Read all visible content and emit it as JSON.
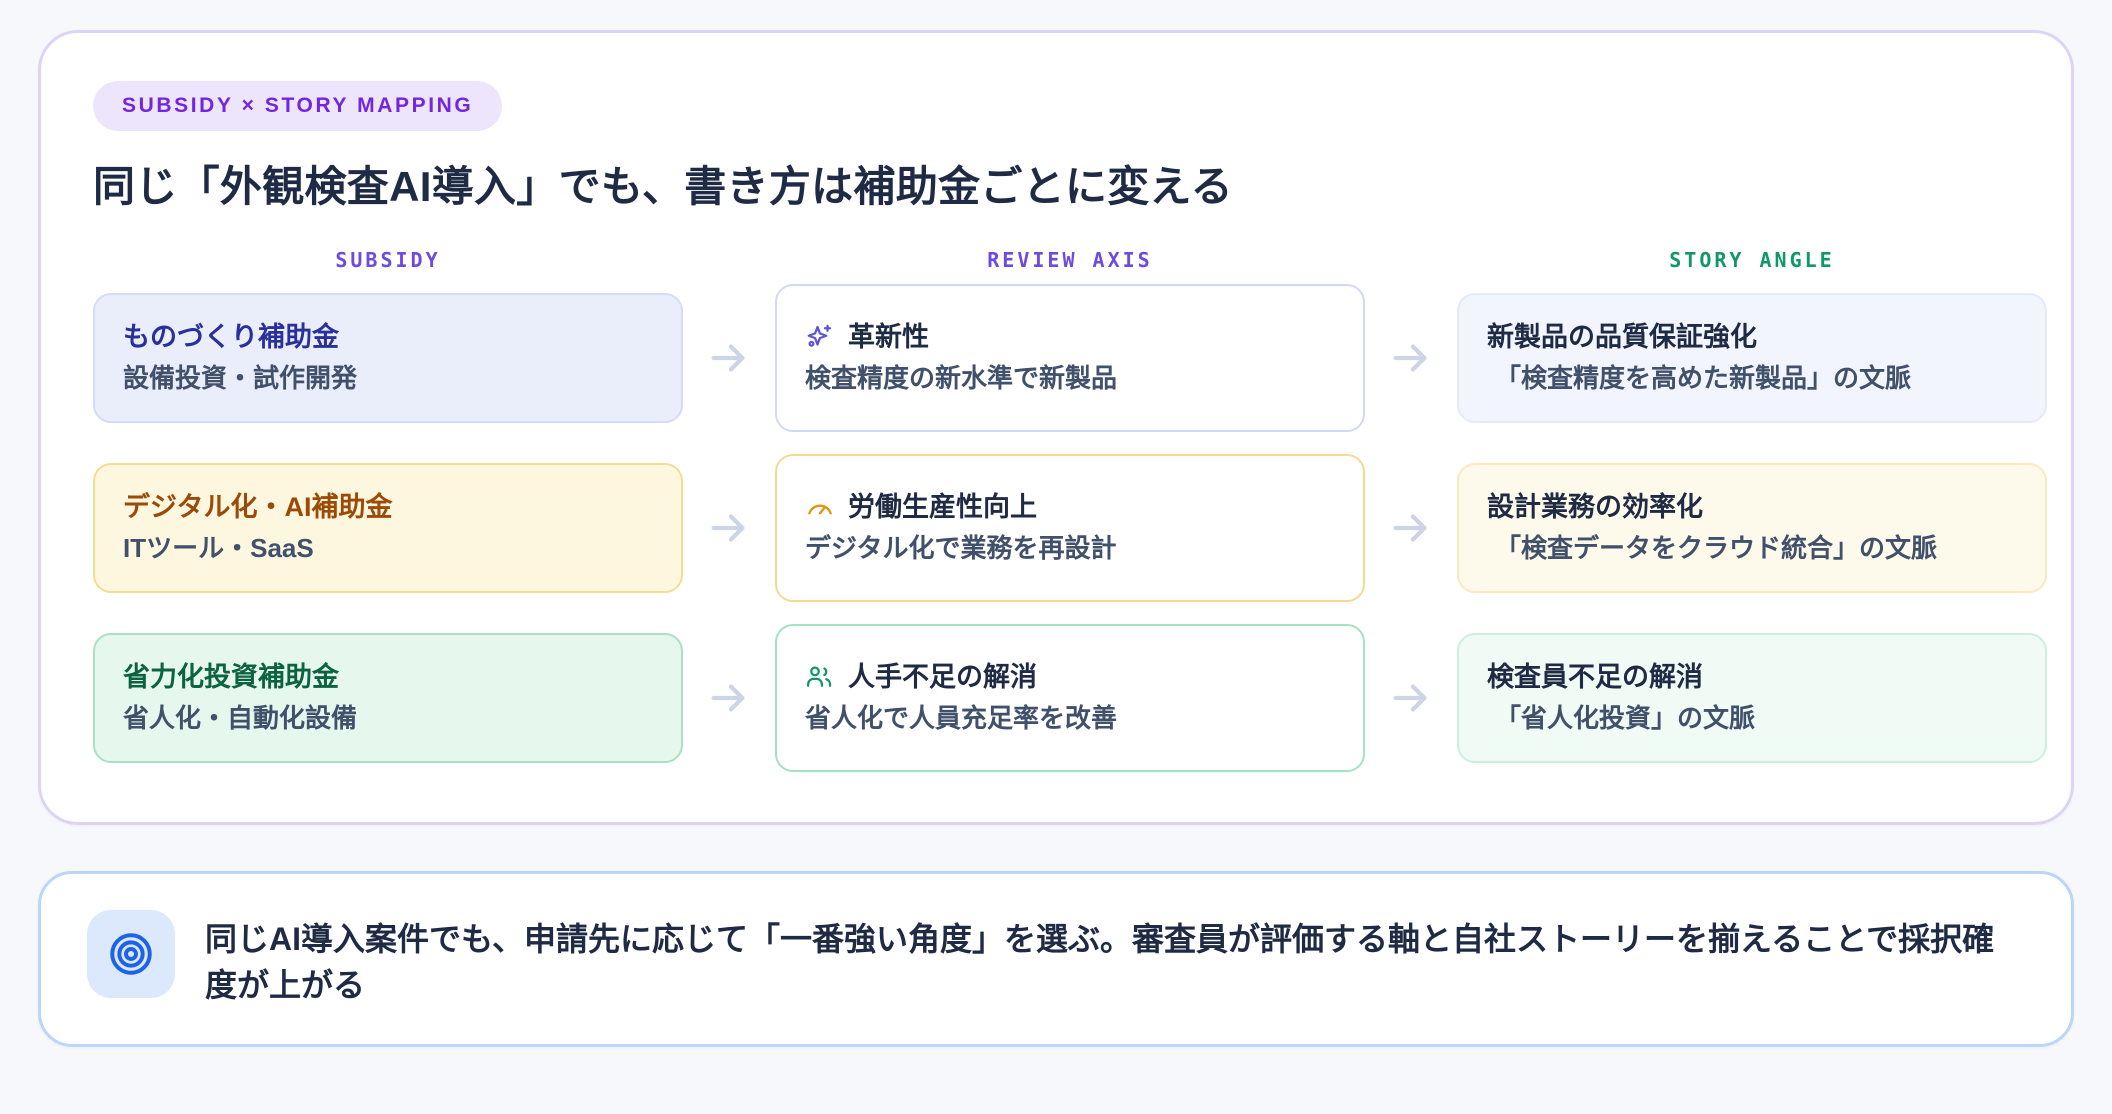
{
  "badge": {
    "label": "SUBSIDY × STORY MAPPING"
  },
  "title": "同じ「外観検査AI導入」でも、書き方は補助金ごとに変える",
  "columns": {
    "subsidy": "SUBSIDY",
    "review_axis": "REVIEW AXIS",
    "story_angle": "STORY ANGLE"
  },
  "colors": {
    "badge_text": "#7326dd",
    "badge_bg": "#ece5fb",
    "header_subsidy": "#6d4ae0",
    "header_review_axis": "#6d4ae0",
    "header_story_angle": "#12976a",
    "indigo": "#2a2f9e",
    "amber": "#9c4a06",
    "green": "#0b6340",
    "arrow": "#ccd4e6",
    "callout_accent": "#1d62e8",
    "page_bg": "#f7f8fc"
  },
  "rows": [
    {
      "subsidy": {
        "title": "ものづくり補助金",
        "sub": "設備投資・試作開発"
      },
      "axis": {
        "icon": "sparkles-icon",
        "title": "革新性",
        "sub": "検査精度の新水準で新製品"
      },
      "angle": {
        "title": "新製品の品質保証強化",
        "sub": "「検査精度を高めた新製品」の文脈"
      }
    },
    {
      "subsidy": {
        "title": "デジタル化・AI補助金",
        "sub": "ITツール・SaaS"
      },
      "axis": {
        "icon": "gauge-icon",
        "title": "労働生産性向上",
        "sub": "デジタル化で業務を再設計"
      },
      "angle": {
        "title": "設計業務の効率化",
        "sub": "「検査データをクラウド統合」の文脈"
      }
    },
    {
      "subsidy": {
        "title": "省力化投資補助金",
        "sub": "省人化・自動化設備"
      },
      "axis": {
        "icon": "users-icon",
        "title": "人手不足の解消",
        "sub": "省人化で人員充足率を改善"
      },
      "angle": {
        "title": "検査員不足の解消",
        "sub": "「省人化投資」の文脈"
      }
    }
  ],
  "callout": {
    "icon": "target-icon",
    "text": "同じAI導入案件でも、申請先に応じて「一番強い角度」を選ぶ。審査員が評価する軸と自社ストーリーを揃えることで採択確度が上がる"
  }
}
